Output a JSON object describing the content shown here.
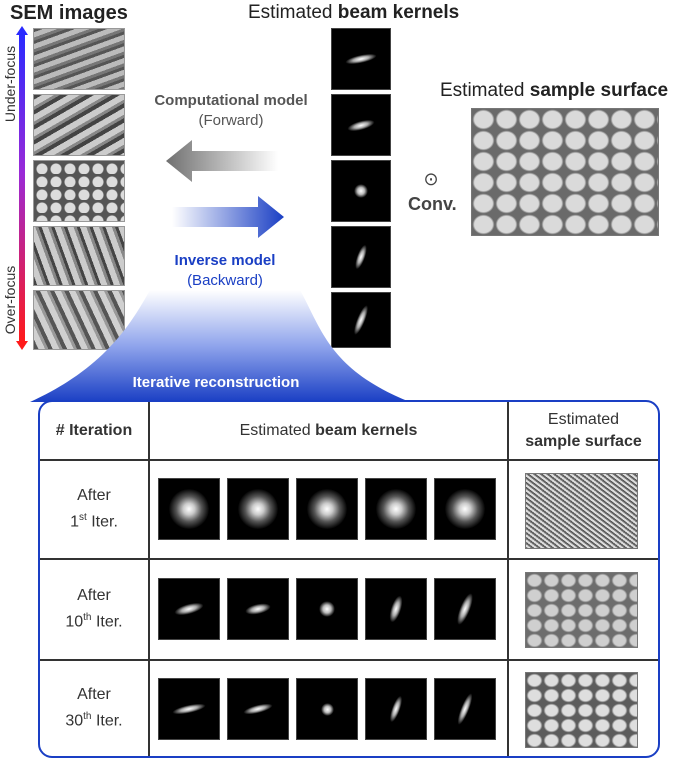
{
  "top": {
    "sem_title": "SEM images",
    "under_focus": "Under-focus",
    "over_focus": "Over-focus",
    "kernels_title_plain": "Estimated ",
    "kernels_title_bold": "beam kernels",
    "surface_title_plain": "Estimated ",
    "surface_title_bold": "sample surface",
    "forward_title": "Computational model",
    "forward_sub": "(Forward)",
    "inverse_title": "Inverse model",
    "inverse_sub": "(Backward)",
    "conv_symbol": "⊙",
    "conv_label": "Conv.",
    "iter_banner": "Iterative reconstruction"
  },
  "table": {
    "col_iteration": "# Iteration",
    "col_kernels_plain": "Estimated ",
    "col_kernels_bold": "beam kernels",
    "col_surface_line1": "Estimated",
    "col_surface_line2": "sample surface",
    "rows": [
      {
        "after": "After",
        "num": "1",
        "sup": "st",
        "iter": " Iter."
      },
      {
        "after": "After",
        "num": "10",
        "sup": "th",
        "iter": " Iter."
      },
      {
        "after": "After",
        "num": "30",
        "sup": "th",
        "iter": " Iter."
      }
    ]
  },
  "colors": {
    "blue": "#1a3fc4",
    "gray_arrow": "#8c8c8c",
    "focus_top": "#2a2aff",
    "focus_bottom": "#ff1a1a"
  }
}
